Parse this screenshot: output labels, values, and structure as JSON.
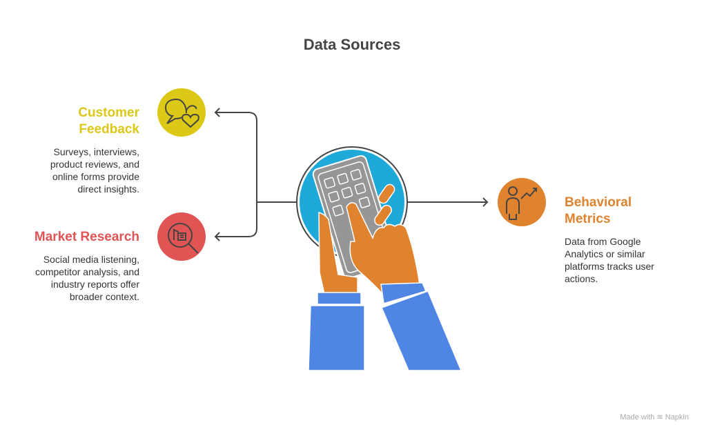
{
  "title": "Data Sources",
  "colors": {
    "yellow": "#dcc816",
    "red": "#e05454",
    "orange": "#e0832f",
    "blue": "#1fa9d8",
    "sleeve": "#4f86e3",
    "phone": "#969696",
    "line": "#444444"
  },
  "items": [
    {
      "heading_lines": [
        "Customer",
        "Feedback"
      ],
      "desc_lines": [
        "Surveys, interviews,",
        "product reviews, and",
        "online forms provide",
        "direct insights."
      ],
      "icon": "chat-heart-icon"
    },
    {
      "heading_lines": [
        "Market Research"
      ],
      "desc_lines": [
        "Social media listening,",
        "competitor analysis, and",
        "industry reports offer",
        "broader context."
      ],
      "icon": "building-search-icon"
    },
    {
      "heading_lines": [
        "Behavioral",
        "Metrics"
      ],
      "desc_lines": [
        "Data from Google",
        "Analytics or similar",
        "platforms tracks user",
        "actions."
      ],
      "icon": "person-trend-icon"
    }
  ],
  "footer": {
    "text": "Made with",
    "brand": "Napkin"
  }
}
